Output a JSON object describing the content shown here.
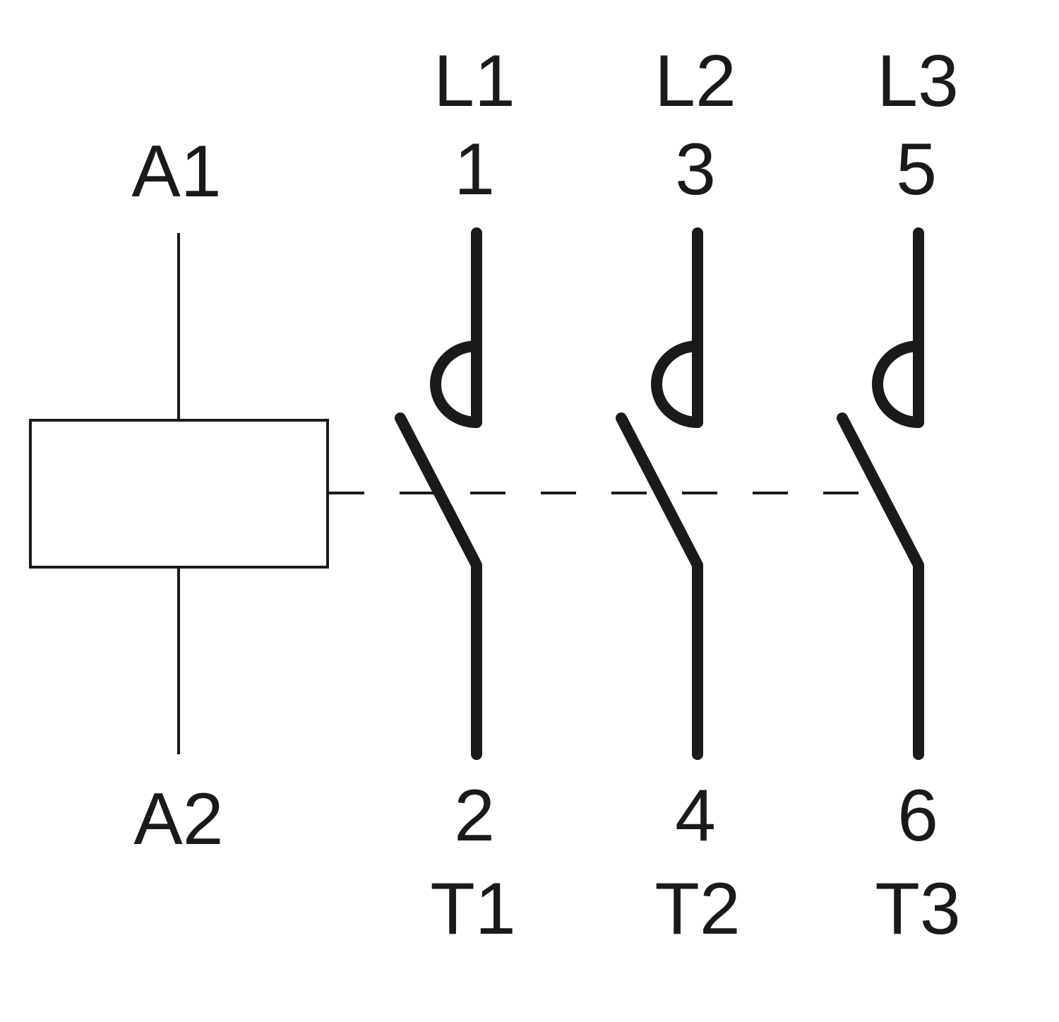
{
  "coil": {
    "top_terminal": "A1",
    "bottom_terminal": "A2"
  },
  "poles": [
    {
      "line_label": "L1",
      "top_number": "1",
      "bottom_number": "2",
      "load_label": "T1"
    },
    {
      "line_label": "L2",
      "top_number": "3",
      "bottom_number": "4",
      "load_label": "T2"
    },
    {
      "line_label": "L3",
      "top_number": "5",
      "bottom_number": "6",
      "load_label": "T3"
    }
  ],
  "colors": {
    "ink": "#1a1a1a",
    "background": "#ffffff"
  }
}
